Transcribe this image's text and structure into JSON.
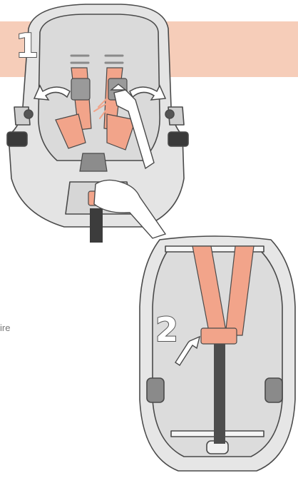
{
  "steps": [
    {
      "number": "1"
    },
    {
      "number": "2"
    }
  ],
  "edge_text": "ire",
  "colors": {
    "banner": "#f6cdb9",
    "strap": "#f2a48a",
    "shell": "#dedede",
    "outline": "#4a4a4a",
    "dark_strap": "#4d4d4d"
  },
  "icons": [
    "spray-bottle-icon",
    "hand-icon",
    "rotate-arrow-icon",
    "push-arrow-icon"
  ]
}
